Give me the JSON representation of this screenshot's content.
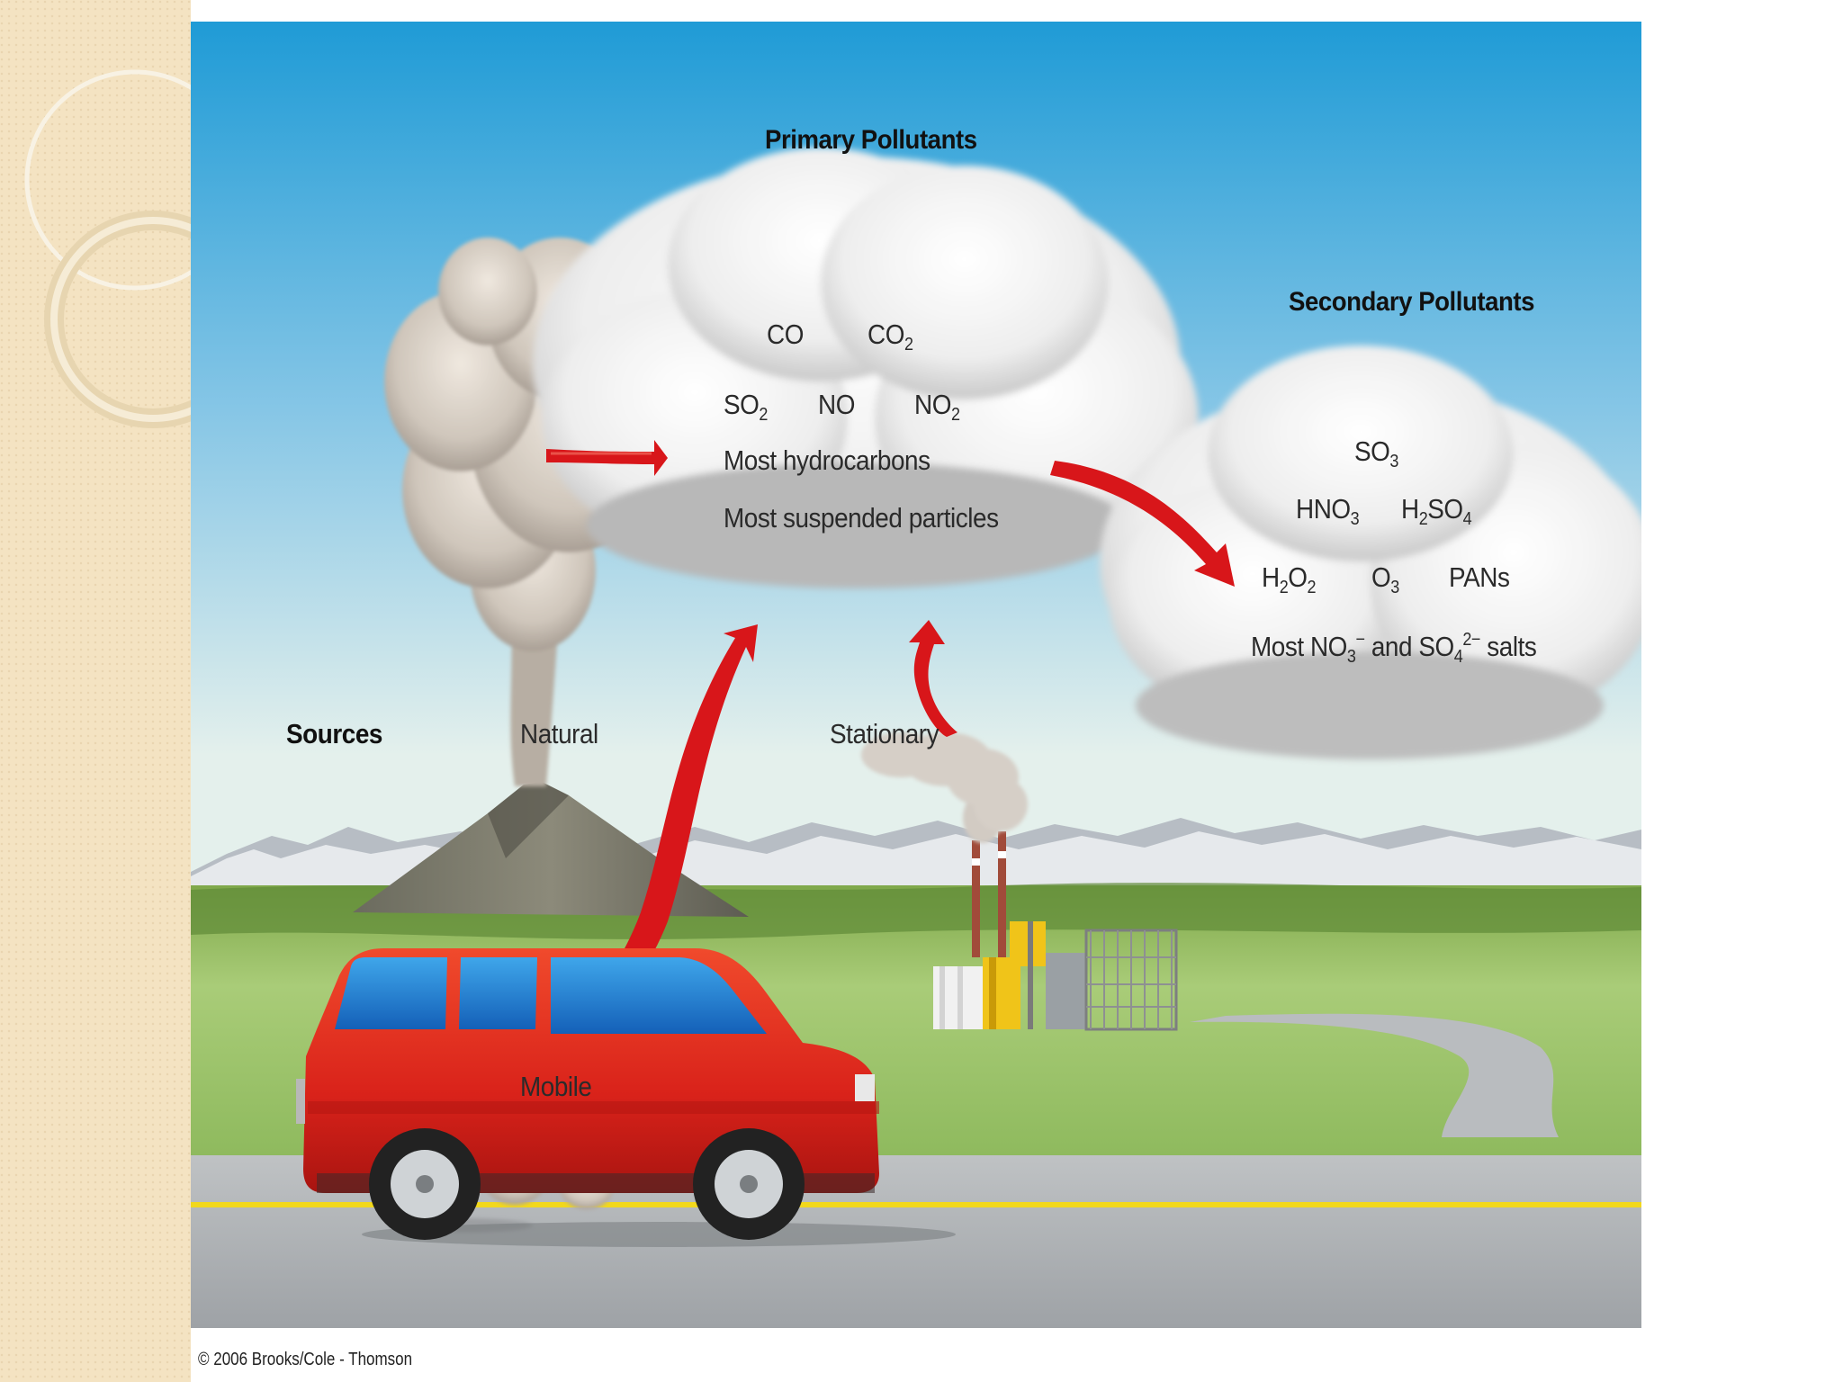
{
  "diagram": {
    "primary_title": "Primary Pollutants",
    "secondary_title": "Secondary Pollutants",
    "primary": {
      "co": "CO",
      "co2_base": "CO",
      "co2_sub": "2",
      "so2_base": "SO",
      "so2_sub": "2",
      "no": "NO",
      "no2_base": "NO",
      "no2_sub": "2",
      "hydrocarbons": "Most hydrocarbons",
      "particles": "Most suspended particles"
    },
    "secondary": {
      "so3_base": "SO",
      "so3_sub": "3",
      "hno3_base": "HNO",
      "hno3_sub": "3",
      "h2so4_h": "H",
      "h2so4_sub1": "2",
      "h2so4_mid": "SO",
      "h2so4_sub2": "4",
      "h2o2_h": "H",
      "h2o2_sub1": "2",
      "h2o2_o": "O",
      "h2o2_sub2": "2",
      "o3_base": "O",
      "o3_sub": "3",
      "pans": "PANs",
      "salts_most": "Most NO",
      "salts_sub1": "3",
      "salts_sup1": "−",
      "salts_and": " and SO",
      "salts_sub2": "4",
      "salts_sup2": "2−",
      "salts_end": " salts"
    },
    "sources": {
      "heading": "Sources",
      "natural": "Natural",
      "stationary": "Stationary",
      "mobile": "Mobile"
    },
    "credit": "© 2006 Brooks/Cole - Thomson"
  },
  "colors": {
    "sky_top": "#2aa0d8",
    "sky_bottom": "#e8f2ee",
    "arrow": "#d8161a",
    "car_body": "#e3261d",
    "car_window": "#1e7fd0",
    "road": "#a9adb1",
    "road_line": "#f2d81c",
    "grass": "#8db85a",
    "slide_band": "#f4e3c2"
  },
  "icons": {
    "volcano": "volcano-icon",
    "factory": "factory-icon",
    "car": "car-icon"
  }
}
